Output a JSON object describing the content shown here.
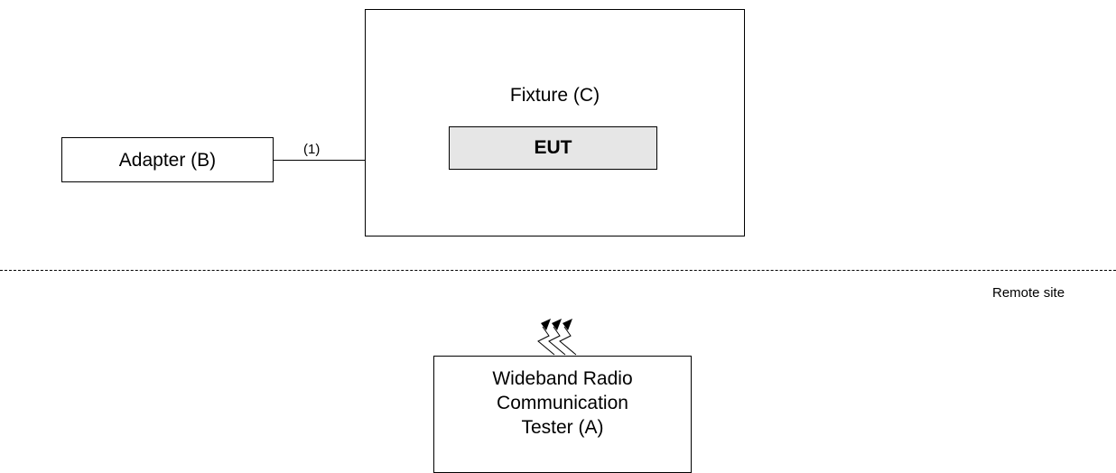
{
  "fixture": {
    "label": "Fixture (C)"
  },
  "eut": {
    "label": "EUT"
  },
  "adapter": {
    "label": "Adapter (B)"
  },
  "connection": {
    "label": "(1)"
  },
  "remote_site": {
    "label": "Remote site"
  },
  "tester": {
    "lines": [
      "Wideband Radio",
      "Communication",
      "Tester (A)"
    ]
  },
  "icons": {
    "antenna": "radio-wave-icon"
  }
}
